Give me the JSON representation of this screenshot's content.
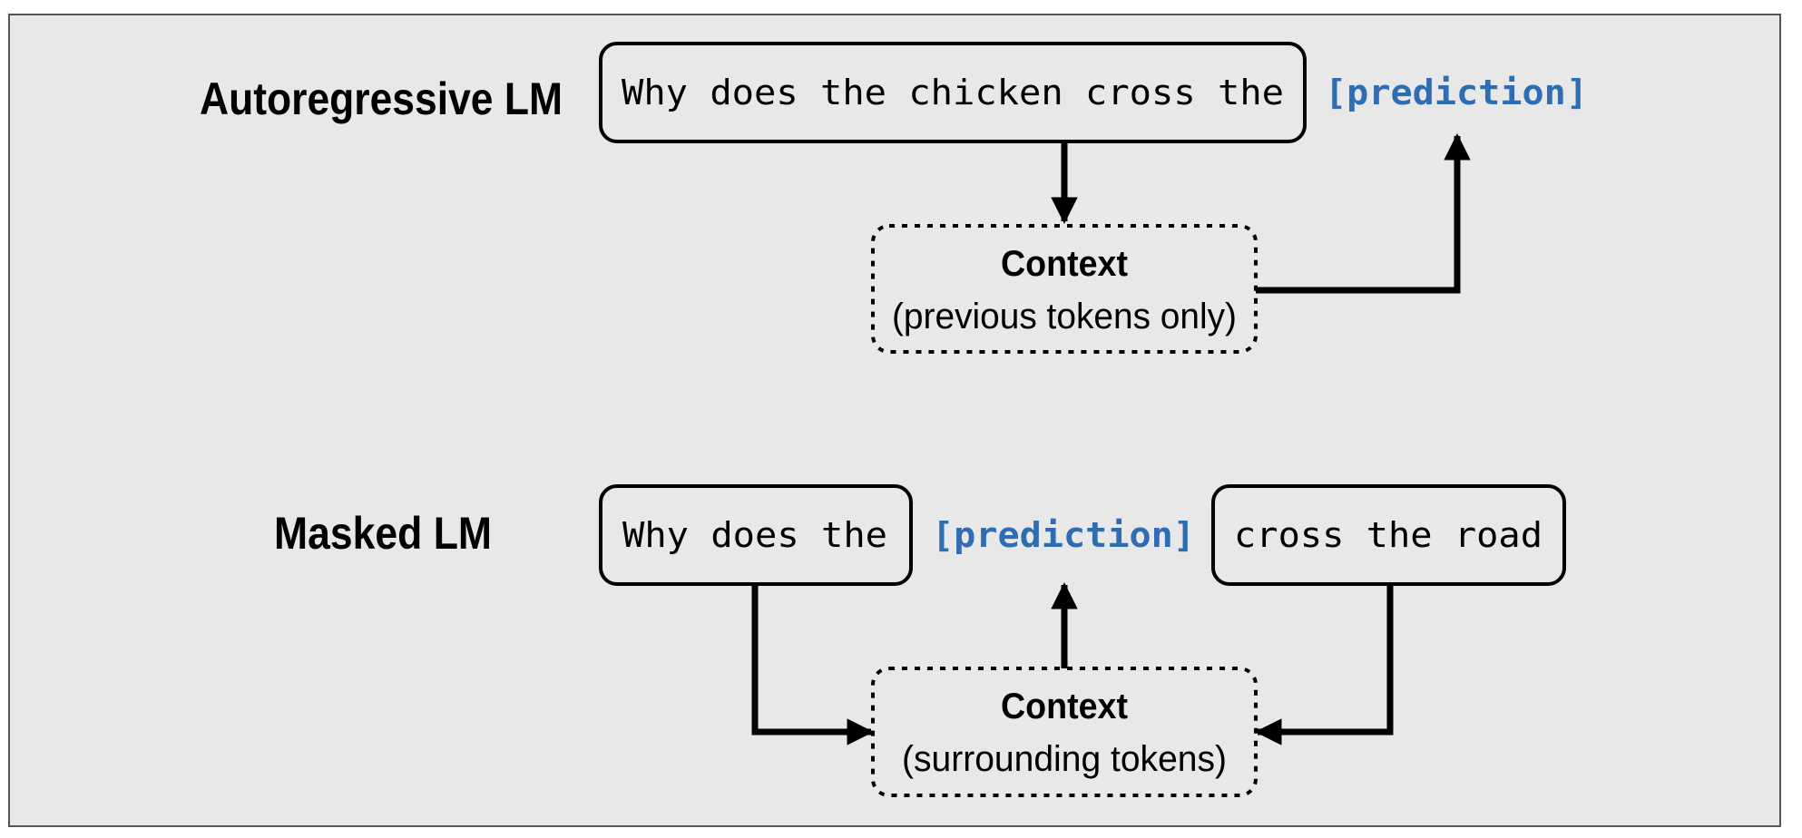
{
  "colors": {
    "background": "#e8e8e8",
    "frame": "#555555",
    "ink": "#000000",
    "accent": "#2e6db4"
  },
  "autoregressive": {
    "title": "Autoregressive LM",
    "input_text": "Why does the chicken cross the",
    "prediction": "[prediction]",
    "context_title": "Context",
    "context_subtitle": "(previous tokens only)"
  },
  "masked": {
    "title": "Masked LM",
    "left_text": "Why does the",
    "prediction": "[prediction]",
    "right_text": "cross the road",
    "context_title": "Context",
    "context_subtitle": "(surrounding tokens)"
  }
}
